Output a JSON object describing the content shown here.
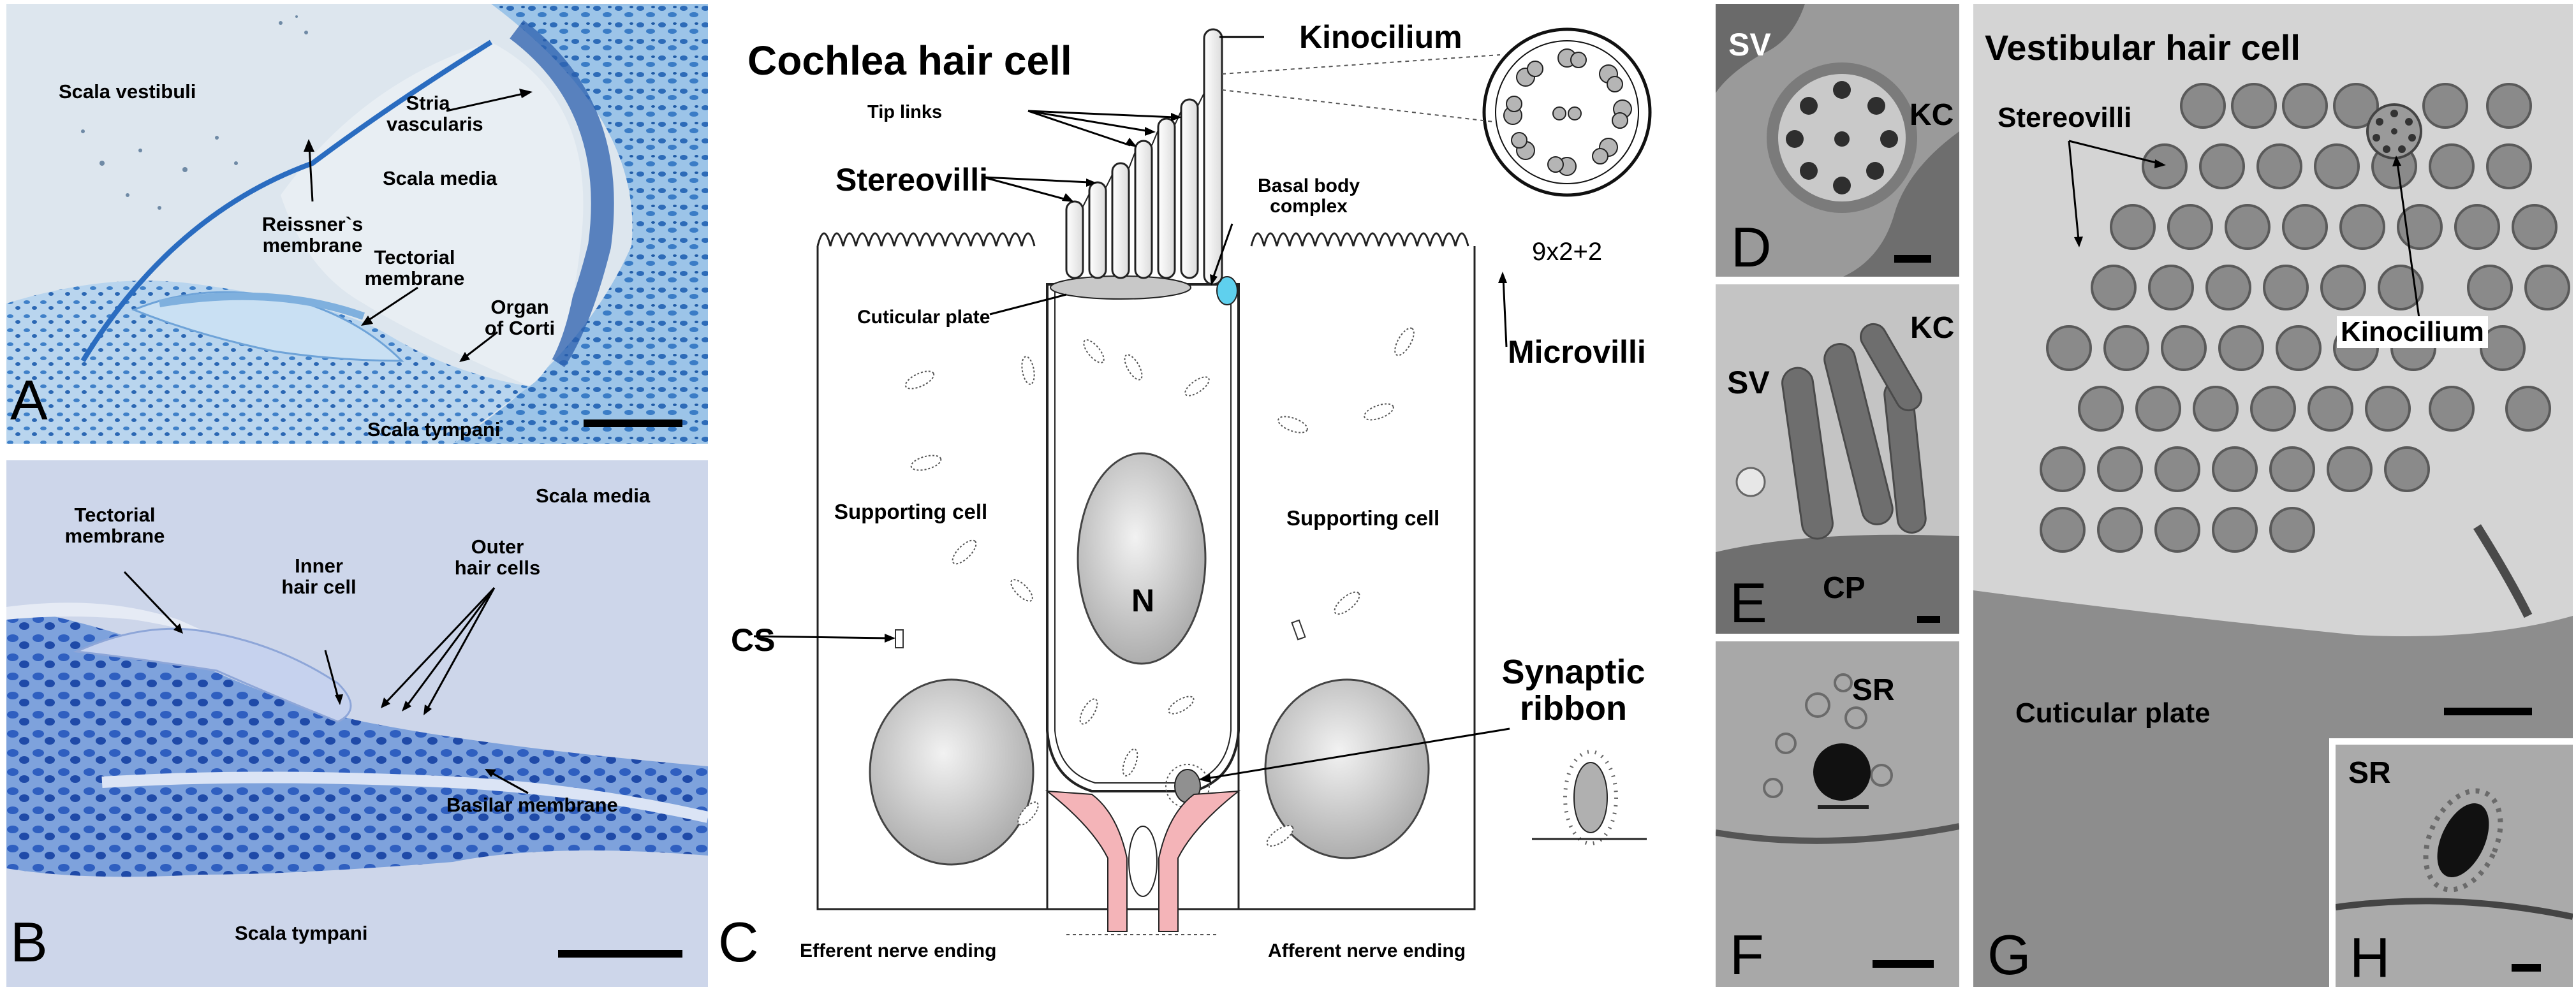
{
  "panels": {
    "A": {
      "letter": "A",
      "labels": {
        "scala_vestibuli": "Scala vestibuli",
        "stria_line1": "Stria",
        "stria_line2": "vascularis",
        "scala_media": "Scala media",
        "reissner_line1": "Reissner`s",
        "reissner_line2": "membrane",
        "tectorial_line1": "Tectorial",
        "tectorial_line2": "membrane",
        "organ_line1": "Organ",
        "organ_line2": "of Corti",
        "scala_tympani": "Scala tympani"
      }
    },
    "B": {
      "letter": "B",
      "labels": {
        "tectorial_line1": "Tectorial",
        "tectorial_line2": "membrane",
        "scala_media": "Scala media",
        "inner_line1": "Inner",
        "inner_line2": "hair cell",
        "outer_line1": "Outer",
        "outer_line2": "hair cells",
        "basilar": "Basilar membrane",
        "scala_tympani": "Scala tympani"
      }
    },
    "C": {
      "letter": "C",
      "title": "Cochlea hair cell",
      "labels": {
        "kinocilium": "Kinocilium",
        "tip_links": "Tip links",
        "stereovilli": "Stereovilli",
        "basal_line1": "Basal body",
        "basal_line2": "complex",
        "cuticular_plate": "Cuticular plate",
        "microvilli": "Microvilli",
        "supporting_left": "Supporting cell",
        "supporting_right": "Supporting cell",
        "nucleus": "N",
        "cs": "CS",
        "synaptic_line1": "Synaptic",
        "synaptic_line2": "ribbon",
        "axoneme": "9x2+2",
        "efferent": "Efferent nerve ending",
        "afferent": "Afferent nerve ending"
      }
    },
    "D": {
      "letter": "D",
      "labels": {
        "sv": "SV",
        "kc": "KC"
      }
    },
    "E": {
      "letter": "E",
      "labels": {
        "sv": "SV",
        "kc": "KC",
        "cp": "CP"
      }
    },
    "F": {
      "letter": "F",
      "labels": {
        "sr": "SR"
      }
    },
    "G": {
      "letter": "G",
      "title": "Vestibular hair cell",
      "labels": {
        "stereovilli": "Stereovilli",
        "kinocilium": "Kinocilium",
        "cuticular_plate": "Cuticular plate"
      }
    },
    "H": {
      "letter": "H",
      "labels": {
        "sr": "SR"
      }
    }
  },
  "colors": {
    "stain_blue": "#4f8fd0",
    "light_blue": "#bcd8ef",
    "pale_lumen": "#eef3f7",
    "nerve_pink": "#f4b4b8",
    "em_gray": "#8e8e8e",
    "em_dark": "#3a3a3a",
    "basal_cyan": "#5fd0ee"
  }
}
